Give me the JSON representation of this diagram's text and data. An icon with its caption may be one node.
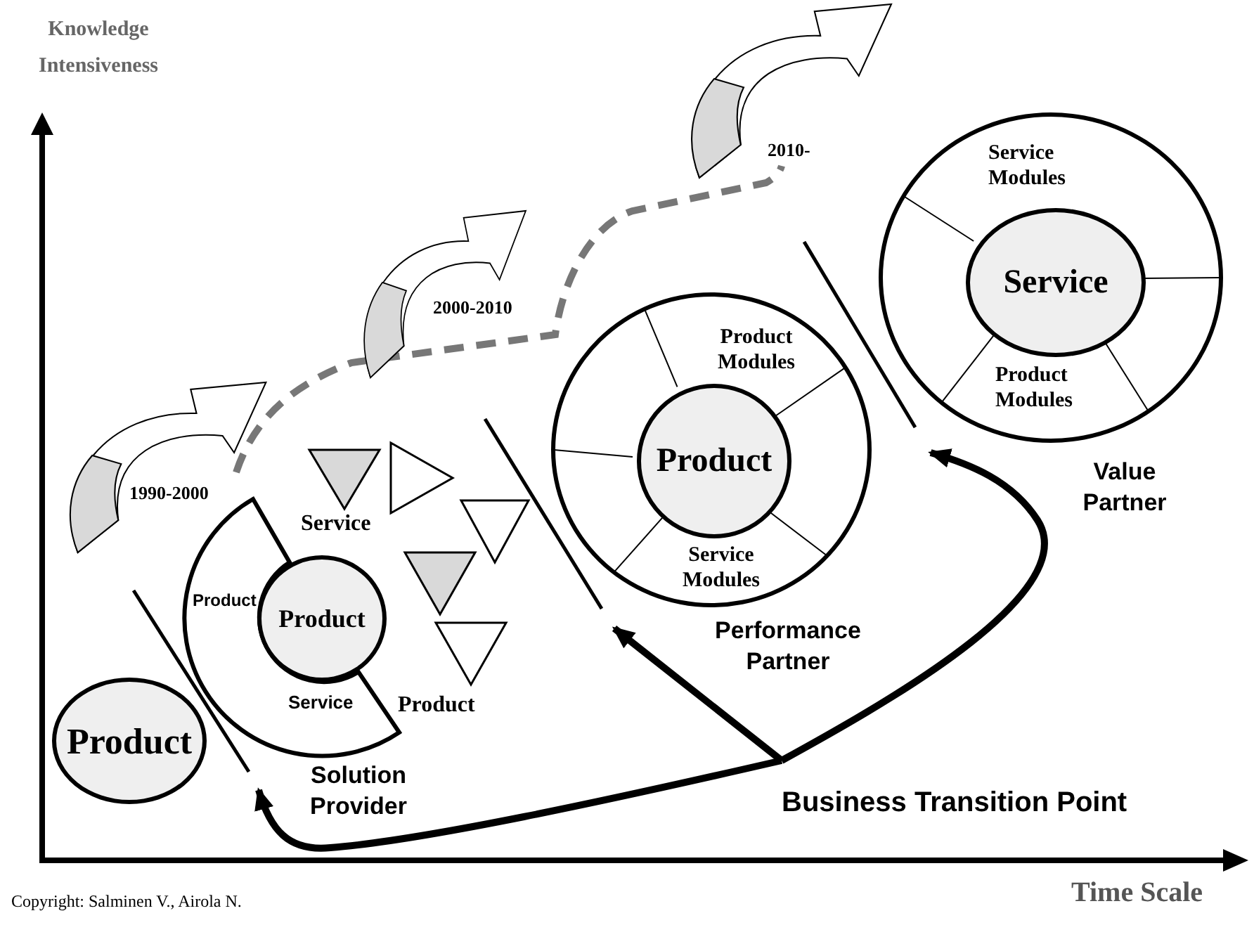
{
  "diagram": {
    "nodes": [
      {
        "text": [
          "Product"
        ]
      },
      {
        "text": [
          "Product",
          "Service"
        ],
        "beside": [
          "Solution Provider"
        ]
      },
      {
        "text": [
          "Product"
        ],
        "in": 1
      },
      {
        "text": [
          "Product Modules",
          "Service Modules"
        ],
        "beside": [
          "Performance Partner"
        ]
      },
      {
        "text": [
          "Product"
        ],
        "in": 3
      },
      {
        "text": [
          "Service Modules",
          "Product Modules"
        ],
        "beside": [
          "Value Partner"
        ]
      },
      {
        "text": [
          "Service"
        ],
        "in": 5
      },
      {
        "text": [
          "Business Transition Point"
        ]
      }
    ],
    "edges": [
      {
        "from": 7,
        "to": 1,
        "arrow": "to"
      },
      {
        "from": 7,
        "to": 3,
        "arrow": "to"
      },
      {
        "from": 7,
        "to": 5,
        "arrow": "to"
      }
    ],
    "labels": [
      "Knowledge Intensiveness",
      "2010-",
      "2000-2010",
      "1990-2000",
      "Service",
      "Product",
      "Time Scale",
      "Copyright: Salminen V., Airola N."
    ]
  }
}
